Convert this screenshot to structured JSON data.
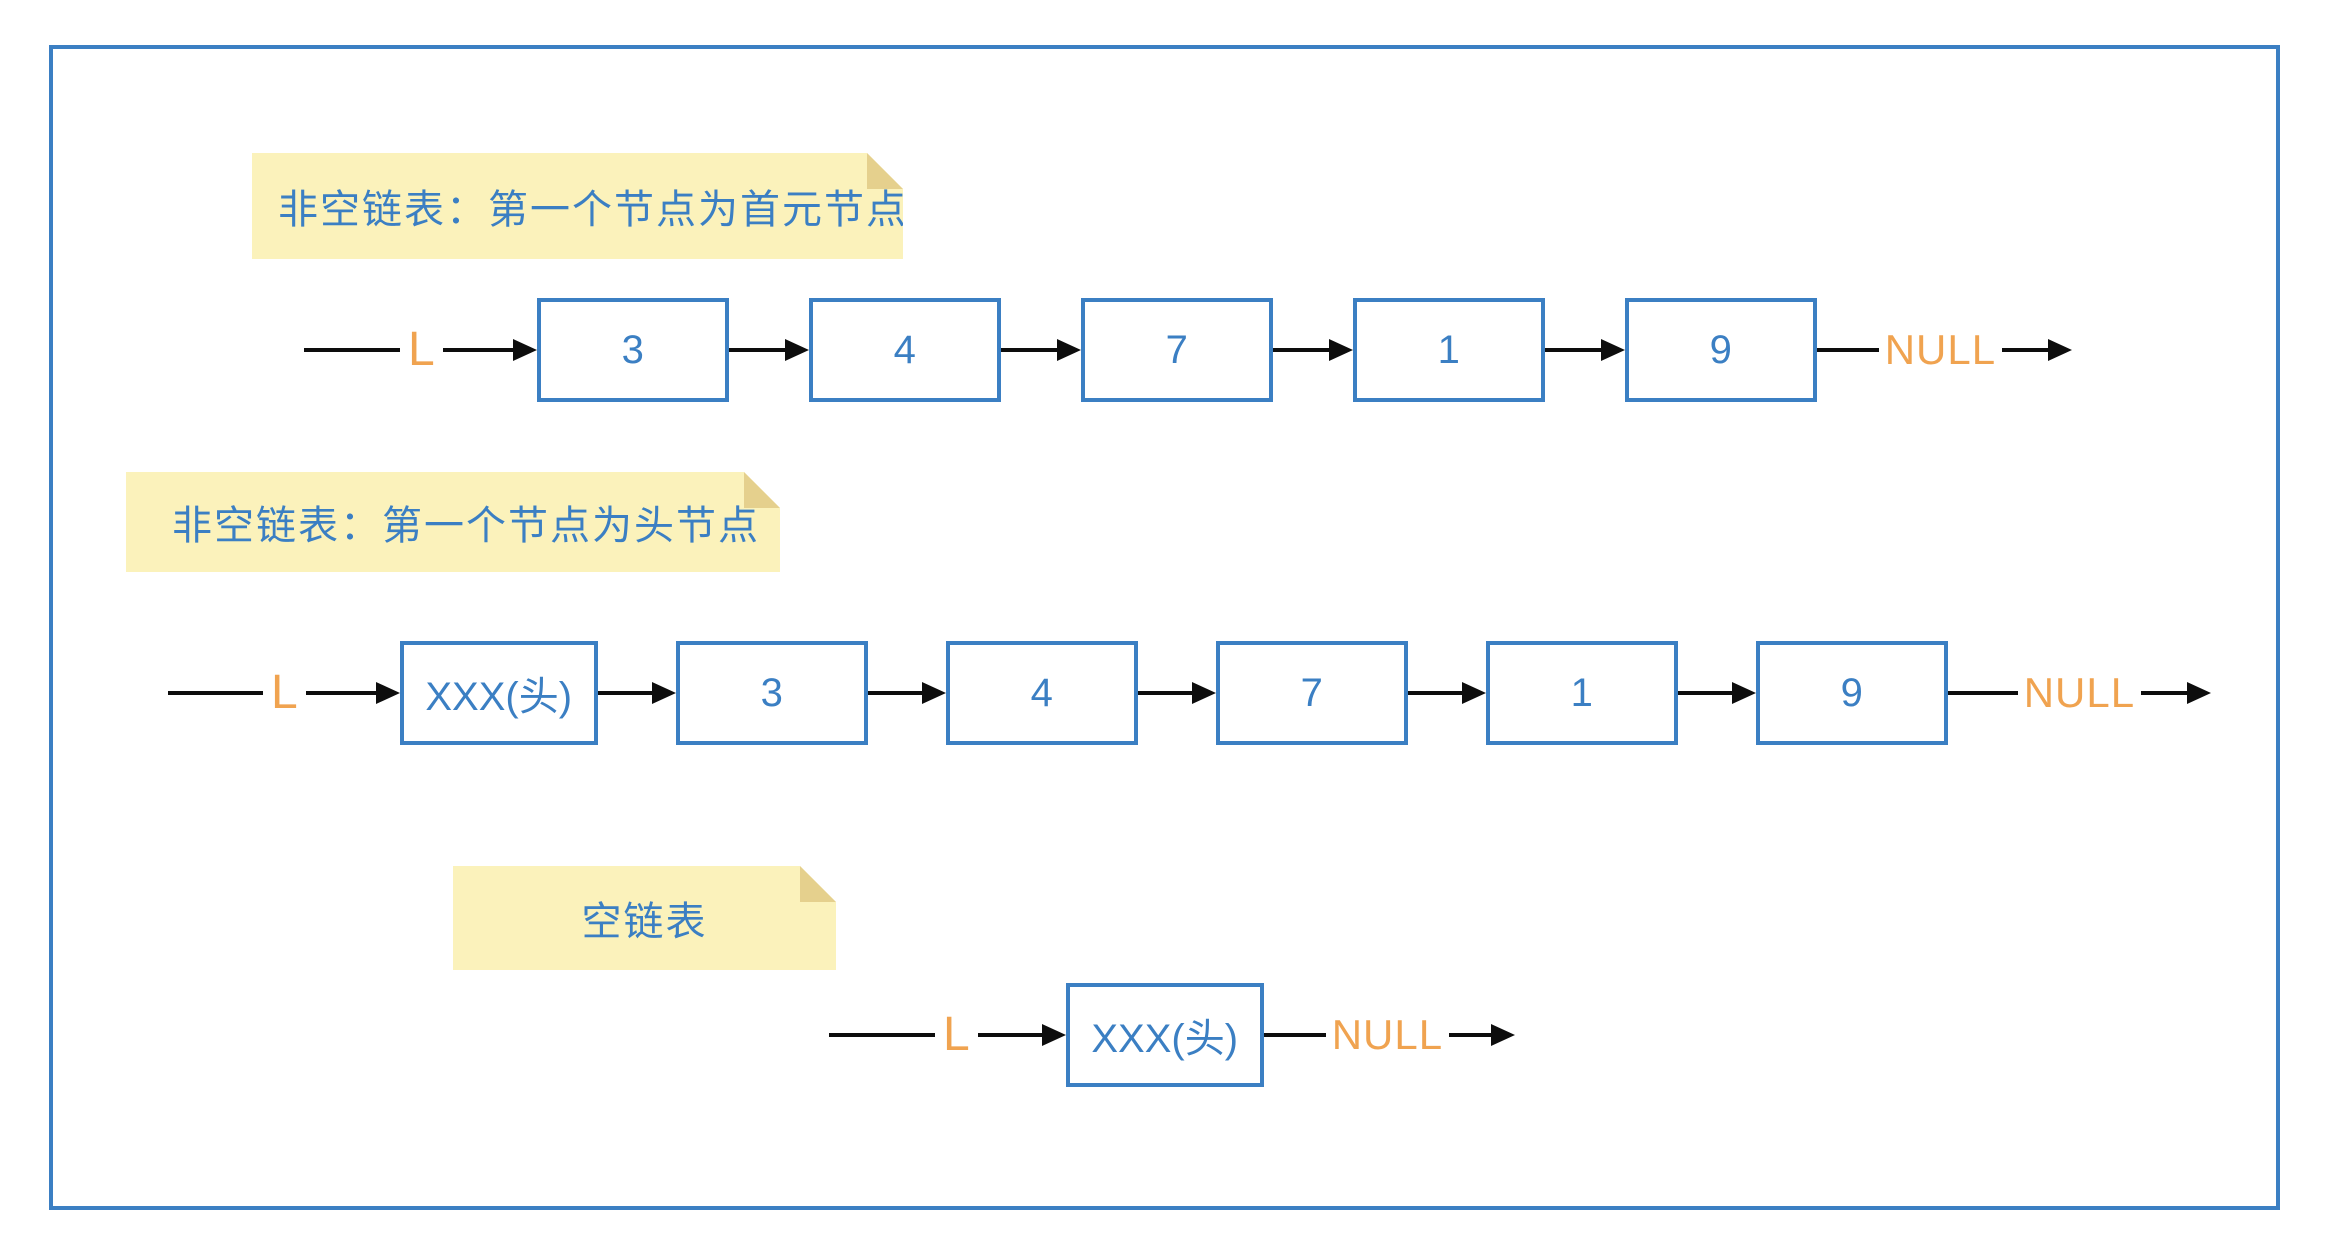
{
  "colors": {
    "blue": "#3b7fc3",
    "orange": "#f0a350",
    "note_bg": "#fbf2bb",
    "note_fold": "#e5d08d",
    "line": "#0d0d0d",
    "page_bg": "#ffffff"
  },
  "notes": [
    {
      "text": "非空链表：第一个节点为首元节点"
    },
    {
      "text": "非空链表：第一个节点为头节点"
    },
    {
      "text": "空链表"
    }
  ],
  "lists": [
    {
      "pointer_label": "L",
      "nodes": [
        "3",
        "4",
        "7",
        "1",
        "9"
      ],
      "terminator": "NULL"
    },
    {
      "pointer_label": "L",
      "nodes": [
        "XXX(头)",
        "3",
        "4",
        "7",
        "1",
        "9"
      ],
      "terminator": "NULL"
    },
    {
      "pointer_label": "L",
      "nodes": [
        "XXX(头)"
      ],
      "terminator": "NULL"
    }
  ]
}
